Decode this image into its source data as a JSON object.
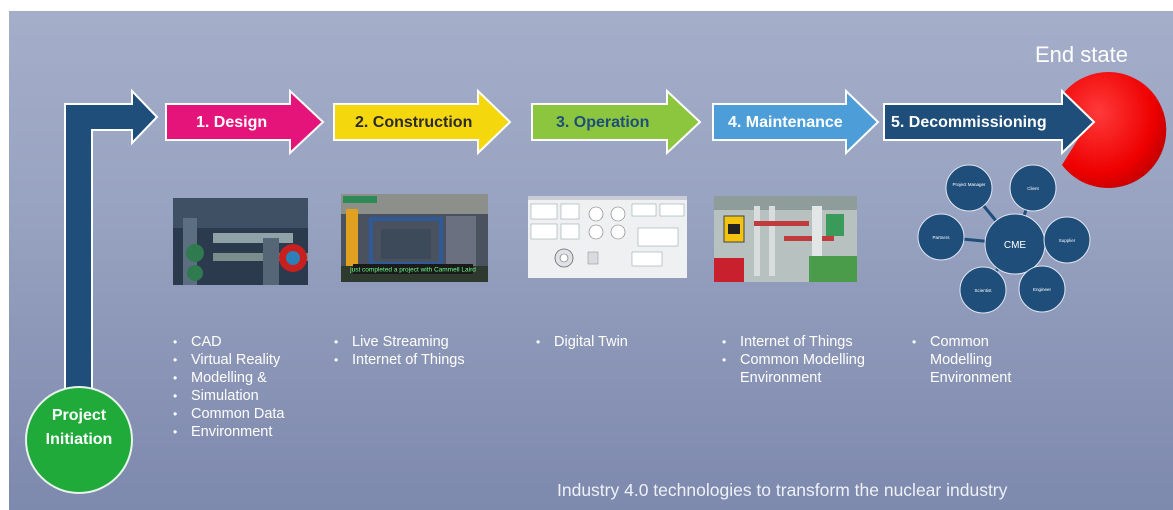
{
  "initiation": {
    "line1": "Project",
    "line2": "Initiation"
  },
  "end_state": "End state",
  "caption": "Industry 4.0 technologies to transform the nuclear industry",
  "colors": {
    "design": "#e5147a",
    "construction": "#f5d70e",
    "operation": "#8cc63e",
    "maintenance": "#4d9ed8",
    "decommissioning": "#1f4e7b",
    "end_state": "#ee0000",
    "initiation": "#1faa3a"
  },
  "stages": [
    {
      "label": "1. Design",
      "bullets": [
        "CAD",
        "Virtual Reality",
        "Modelling &",
        "Simulation",
        "Common Data",
        "Environment"
      ]
    },
    {
      "label": "2. Construction",
      "image_caption": "just completed a project with Cammell Laird",
      "bullets": [
        "Live Streaming",
        "Internet of Things"
      ]
    },
    {
      "label": "3. Operation",
      "bullets": [
        "Digital Twin"
      ]
    },
    {
      "label": "4. Maintenance",
      "bullets": [
        "Internet of Things",
        "Common Modelling Environment"
      ]
    },
    {
      "label": "5. Decommissioning",
      "bullets": [
        "Common Modelling Environment"
      ],
      "diagram": {
        "center": "CME",
        "nodes": [
          "Project Manager",
          "Client",
          "Supplier",
          "Engineer",
          "Scientist",
          "Partners"
        ]
      }
    }
  ]
}
